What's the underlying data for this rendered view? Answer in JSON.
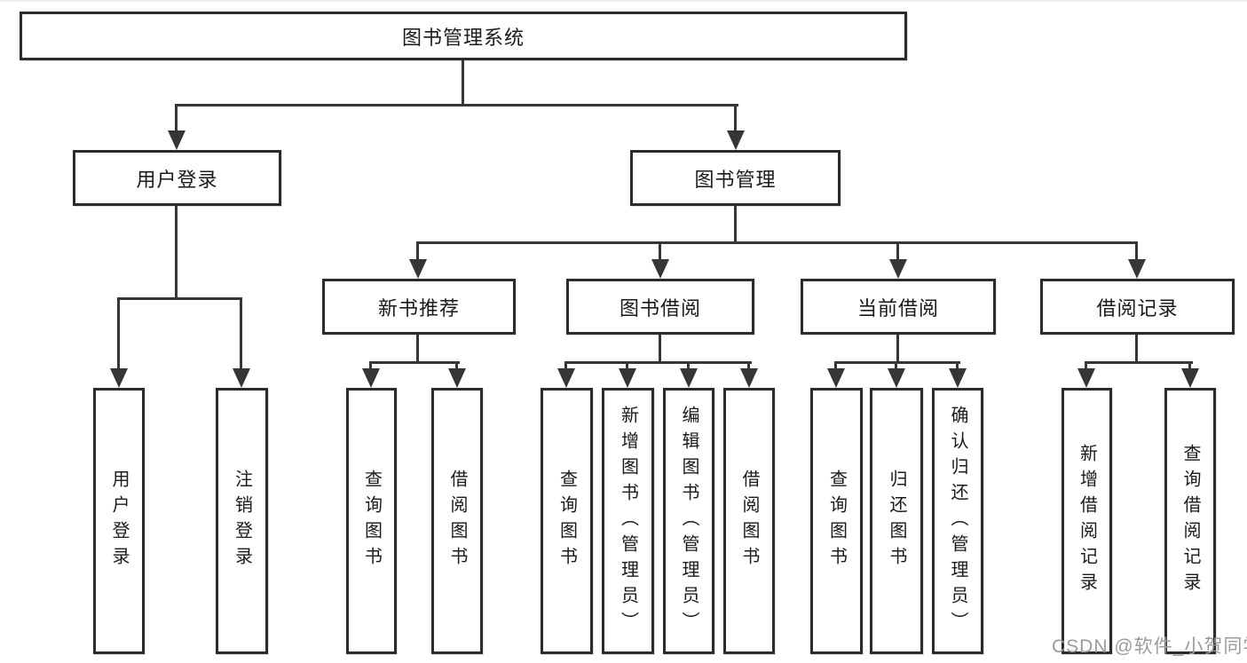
{
  "diagram": {
    "root": "图书管理系统",
    "level2": [
      "用户登录",
      "图书管理"
    ],
    "level3": [
      "新书推荐",
      "图书借阅",
      "当前借阅",
      "借阅记录"
    ],
    "leaves": {
      "user_login": [
        "用户登录",
        "注销登录"
      ],
      "new_book": [
        "查询图书",
        "借阅图书"
      ],
      "book_borrow": [
        "查询图书",
        "新增图书（管理员）",
        "编辑图书（管理员）",
        "借阅图书"
      ],
      "current_borrow": [
        "查询图书",
        "归还图书",
        "确认归还（管理员）"
      ],
      "borrow_record": [
        "新增借阅记录",
        "查询借阅记录"
      ]
    }
  },
  "watermark": "CSDN @软件_小贺同学",
  "colors": {
    "line": "#363636",
    "box_border": "#2b2b2b",
    "background": "#ffffff",
    "text": "#1a1a1a",
    "watermark": "#9b9b9b"
  }
}
